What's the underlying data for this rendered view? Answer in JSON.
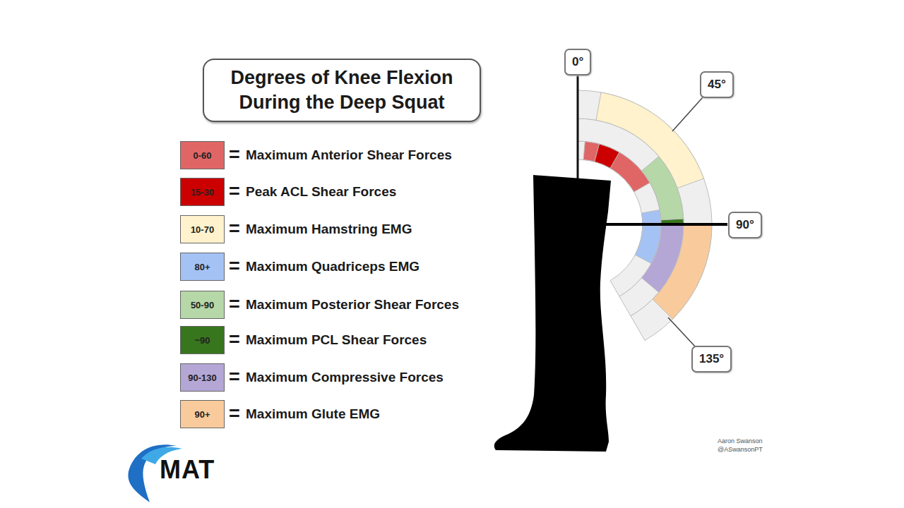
{
  "diagram": {
    "title": "Degrees of Knee Flexion During the Deep Squat",
    "nodes": [
      {
        "text": [
          "0°"
        ]
      },
      {
        "text": [
          "45°"
        ]
      },
      {
        "text": [
          "90°"
        ]
      },
      {
        "text": [
          "135°"
        ]
      }
    ],
    "labels": [
      "0-60",
      "=",
      "15-30",
      "=",
      "10-70",
      "=",
      "80+",
      "=",
      "50-90",
      "=",
      "~90",
      "=",
      "90-130",
      "=",
      "90+",
      "=",
      "Aaron Swanson",
      "@ASwansonPT",
      "MAT"
    ],
    "legend": [
      {
        "text": "Maximum Anterior Shear Forces",
        "color": "#e06666"
      },
      {
        "text": "Peak ACL Shear Forces",
        "color": "#cc0000"
      },
      {
        "text": "Maximum Hamstring EMG",
        "color": "#fff2cc"
      },
      {
        "text": "Maximum Quadriceps EMG",
        "color": "#a4c2f4"
      },
      {
        "text": "Maximum Posterior Shear Forces",
        "color": "#b6d7a8"
      },
      {
        "text": "Maximum PCL Shear Forces",
        "color": "#38761d"
      },
      {
        "text": "Maximum Compressive Forces",
        "color": "#b4a7d6"
      },
      {
        "text": "Maximum Glute EMG",
        "color": "#f9cb9c"
      }
    ]
  }
}
